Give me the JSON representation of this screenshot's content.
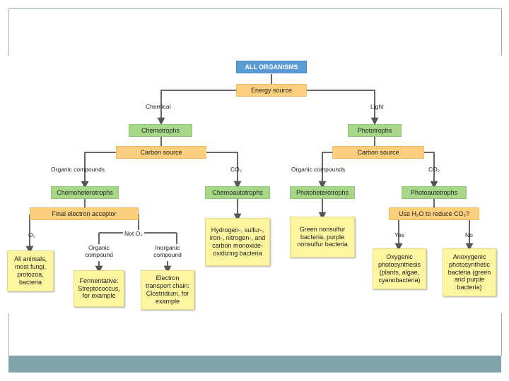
{
  "nodes": {
    "root": "ALL ORGANISMS",
    "energy": "Energy source",
    "chemotrophs": "Chemotrophs",
    "phototrophs": "Phototrophs",
    "carbon_chemo": "Carbon source",
    "carbon_photo": "Carbon source",
    "chemoheterotrophs": "Chemoheterotrophs",
    "chemoautotrophs": "Chemoautotrophs",
    "photoheterotrophs": "Photoheterotrophs",
    "photoautotrophs": "Photoautotrophs",
    "final_acceptor": "Final electron acceptor",
    "use_h2o": "Use H₂O to reduce CO₂?"
  },
  "labels": {
    "chemical": "Chemical",
    "light": "Light",
    "organic_left": "Organic compounds",
    "co2_left": "CO₂",
    "organic_right": "Organic compounds",
    "co2_right": "CO₂",
    "o2": "O₂",
    "not_o2": "Not O₂",
    "organic_compound": "Organic compound",
    "inorganic_compound": "Inorganic compound",
    "yes": "Yes",
    "no": "No"
  },
  "notes": {
    "animals": "All animals, most fungi, protozoa, bacteria",
    "fermentative": "Fermentative: Streptococcus, for example",
    "electron_transport": "Electron transport chain: Clostridium, for example",
    "hydrogen": "Hydrogen-, sulfur-, iron-, nitrogen-, and carbon monoxide-oxidizing bacteria",
    "green_nonsulfur": "Green nonsulfur bacteria, purple nonsulfur bacteria",
    "oxygenic": "Oxygenic photosynthesis (plants, algae, cyanobacteria)",
    "anoxygenic": "Anoxygenic photosynthetic bacteria (green and purple bacteria)"
  },
  "colors": {
    "root": "#5a9bd5",
    "decision": "#fccf7e",
    "category": "#a7d88a",
    "note": "#fdf5a0",
    "connector": "#555555",
    "footer": "#7fa3a9"
  }
}
